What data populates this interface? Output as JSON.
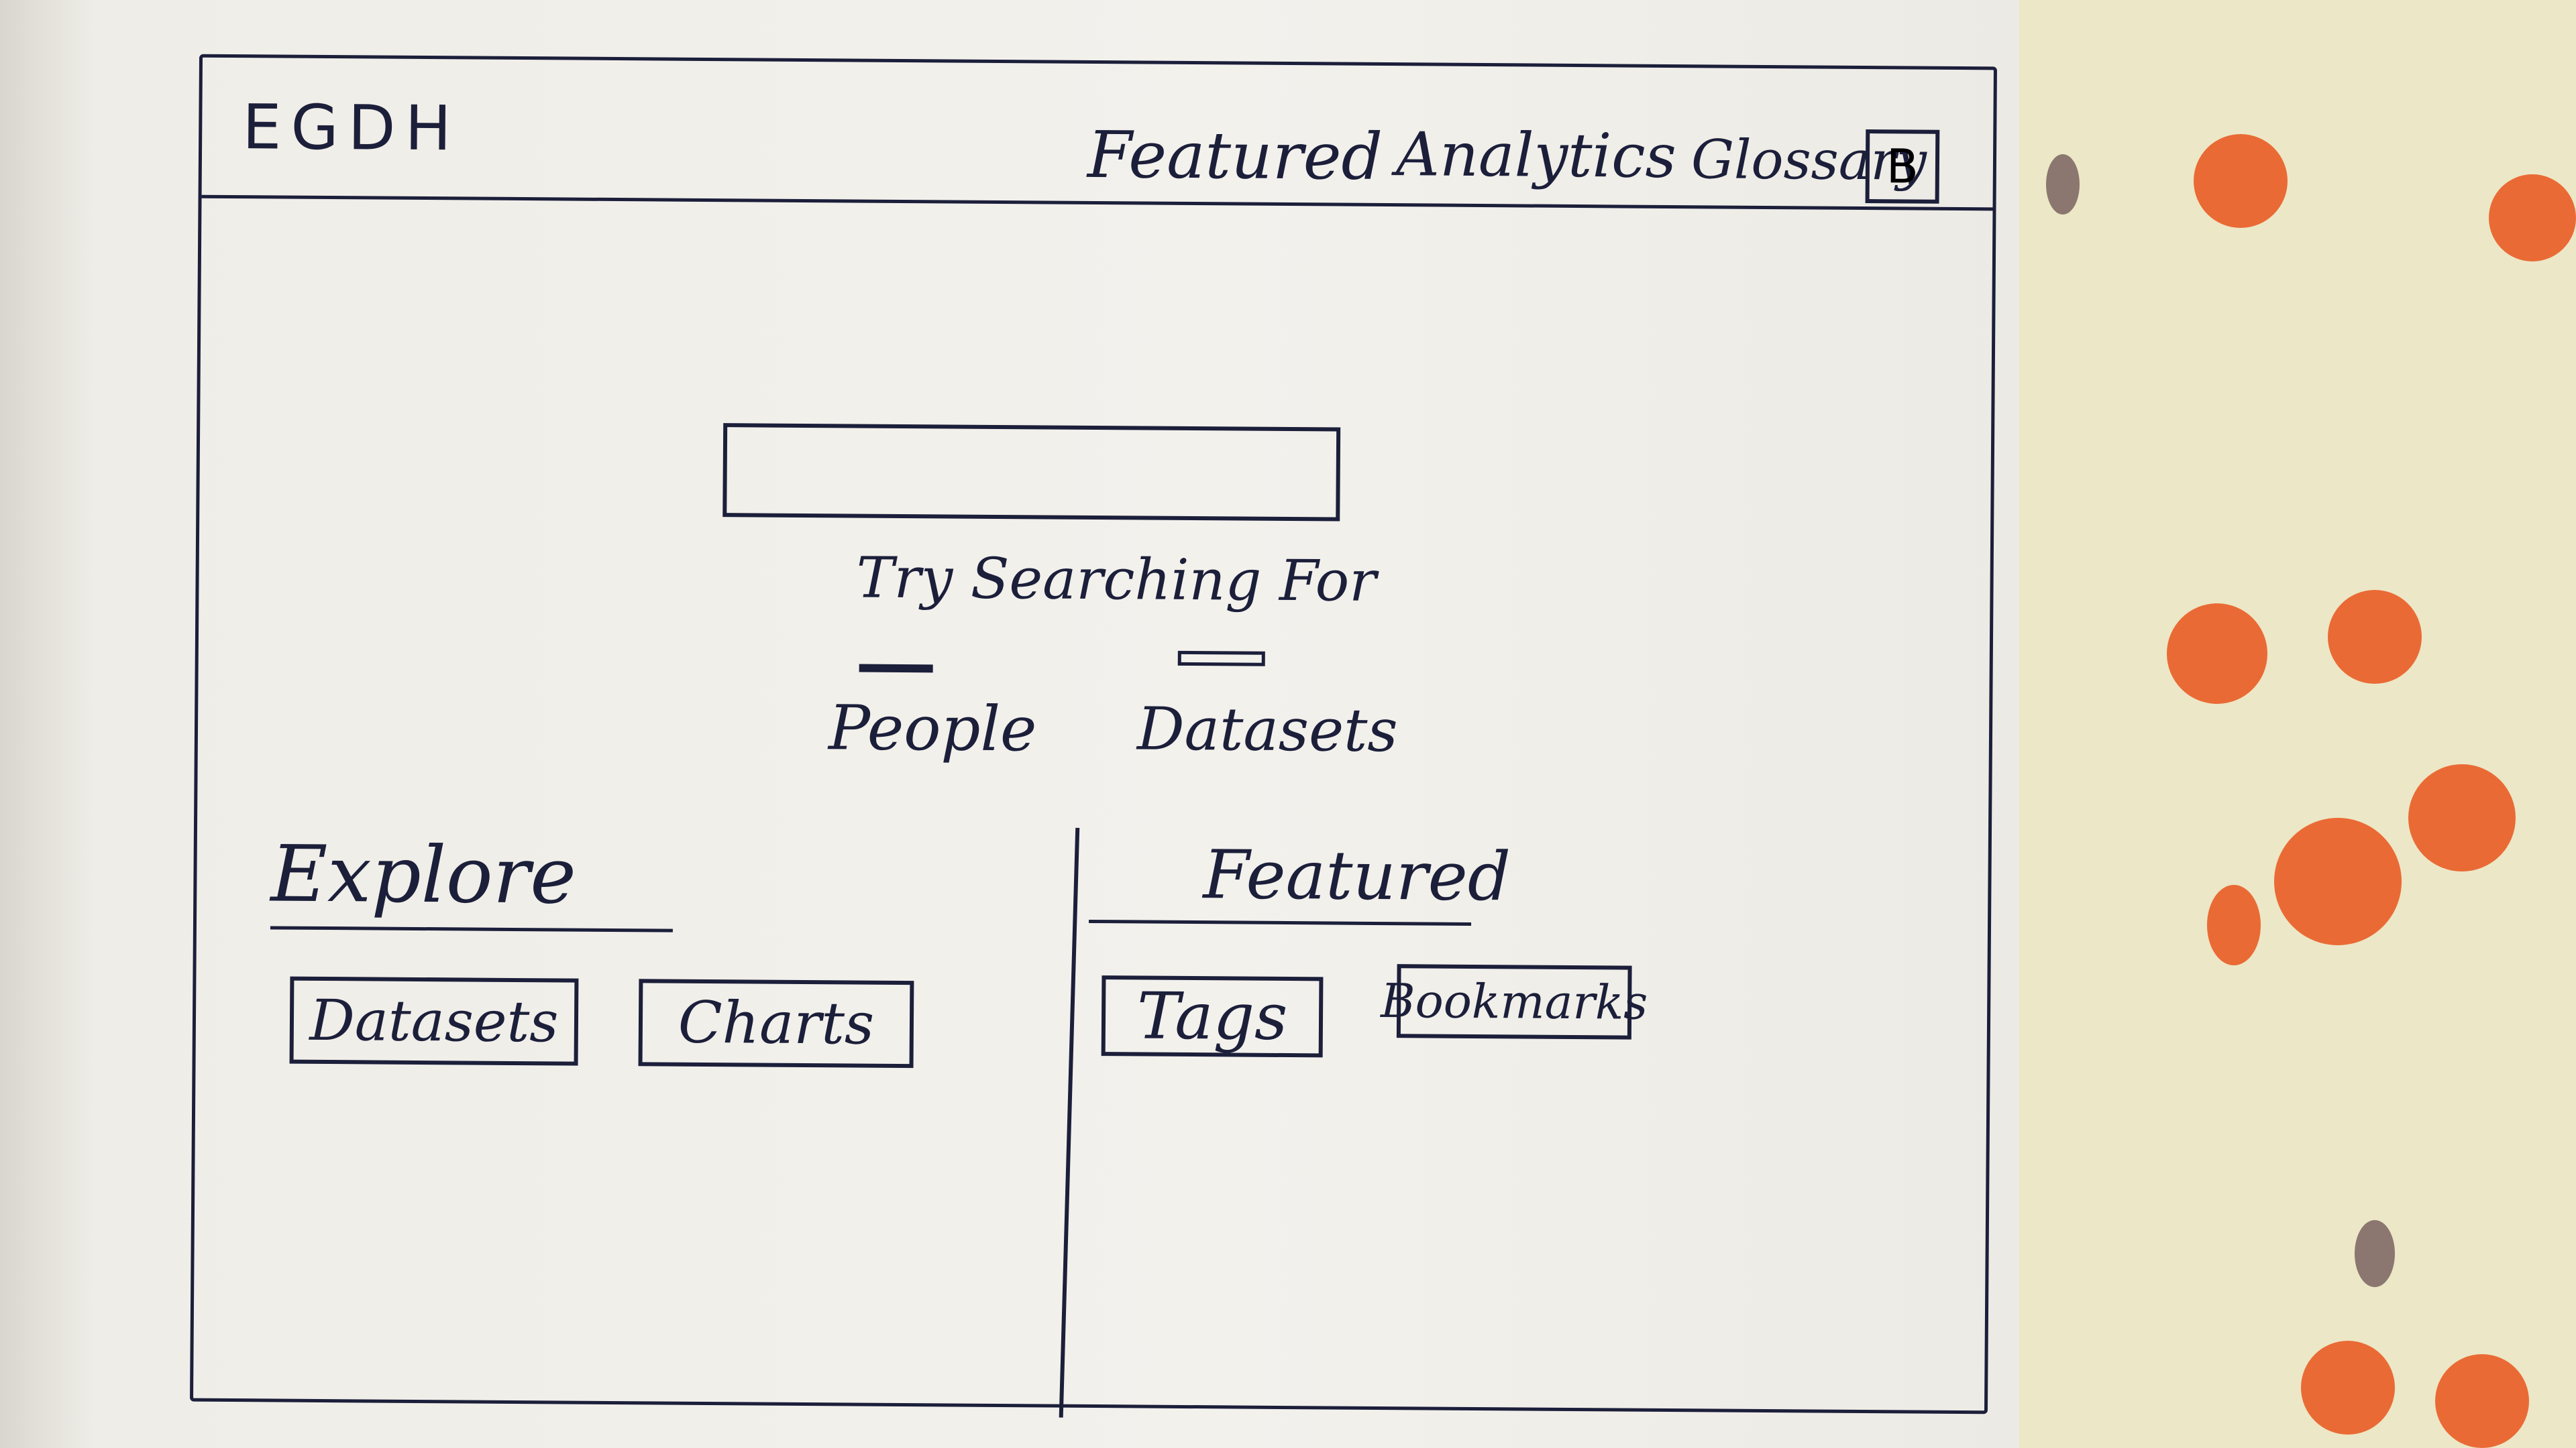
{
  "header": {
    "logo": "EGDH",
    "nav": [
      "Featured",
      "Analytics",
      "Glossary"
    ],
    "avatar_initial": "B"
  },
  "search": {
    "hint": "Try Searching For",
    "suggestions": [
      "People",
      "Datasets"
    ]
  },
  "explore": {
    "title": "Explore",
    "buttons": [
      "Datasets",
      "Charts"
    ]
  },
  "featured": {
    "title": "Featured",
    "buttons": [
      "Tags",
      "Bookmarks"
    ]
  },
  "colors": {
    "ink": "#1c1f3a",
    "paper": "#f3f1ec",
    "fabric": "#ece7c6",
    "flower": "#ea6a35"
  }
}
